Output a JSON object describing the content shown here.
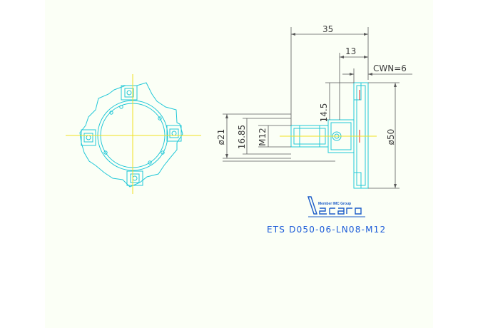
{
  "drawing": {
    "dimensions": {
      "overall_length": "35",
      "hub_length": "13",
      "cutting_width": "CWN=6",
      "cut_depth": "14.5",
      "bore_diameter": "ø21",
      "pilot_diameter": "16.85",
      "thread": "M12",
      "cutter_diameter": "ø50"
    },
    "logo": {
      "tagline": "Member IMC Group",
      "brand": "Iscar"
    },
    "part_number": "ETS D050-06-LN08-M12"
  },
  "colors": {
    "outline": "#22c8d8",
    "centerline": "#f0e020",
    "dimension_line": "#5a5a5a",
    "title_text": "#1a5ad8",
    "background_panel": "#fbfff6",
    "red_mark": "#e02020"
  }
}
